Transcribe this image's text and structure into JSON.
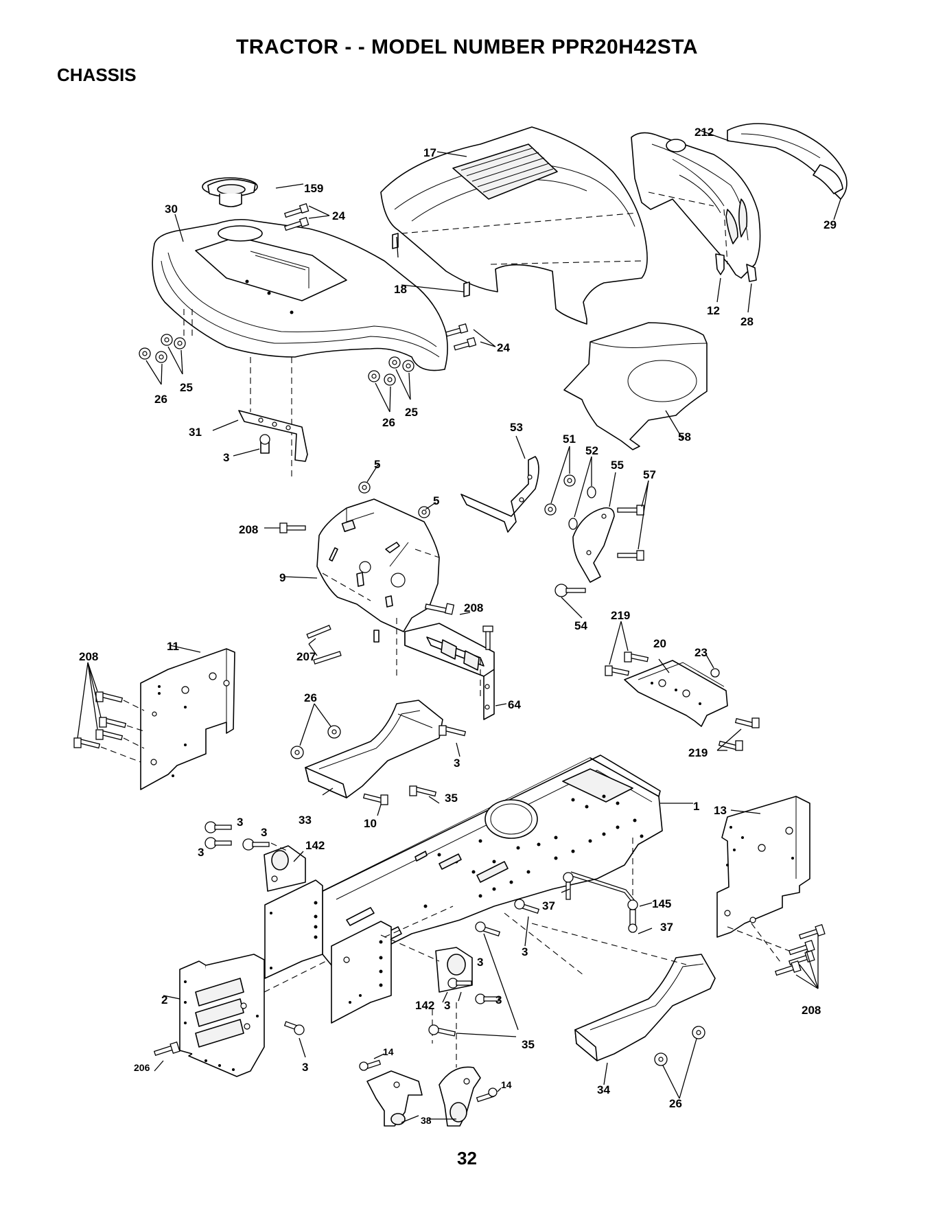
{
  "header": {
    "title": "TRACTOR - - MODEL NUMBER PPR20H42STA",
    "section": "CHASSIS",
    "page_number": "32"
  },
  "callouts": {
    "c1": "1",
    "c2": "2",
    "c3": "3",
    "c5": "5",
    "c9": "9",
    "c10": "10",
    "c11": "11",
    "c12": "12",
    "c13": "13",
    "c14": "14",
    "c17": "17",
    "c18": "18",
    "c20": "20",
    "c23": "23",
    "c24": "24",
    "c25": "25",
    "c26": "26",
    "c28": "28",
    "c29": "29",
    "c30": "30",
    "c31": "31",
    "c33": "33",
    "c34": "34",
    "c35": "35",
    "c37": "37",
    "c38": "38",
    "c51": "51",
    "c52": "52",
    "c53": "53",
    "c54": "54",
    "c55": "55",
    "c57": "57",
    "c58": "58",
    "c64": "64",
    "c142": "142",
    "c145": "145",
    "c159": "159",
    "c206": "206",
    "c207": "207",
    "c208": "208",
    "c212": "212",
    "c219": "219"
  }
}
